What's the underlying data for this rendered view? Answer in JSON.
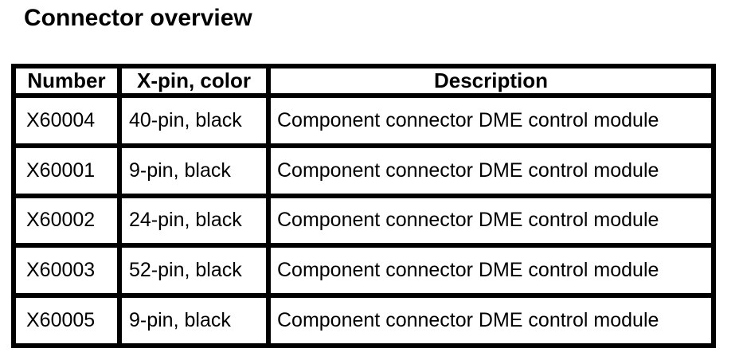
{
  "page": {
    "title": "Connector overview"
  },
  "table": {
    "headers": {
      "number": "Number",
      "pin_color": "X-pin, color",
      "description": "Description"
    },
    "rows": [
      {
        "number": "X60004",
        "pin_color": "40-pin, black",
        "description": "Component connector DME control module"
      },
      {
        "number": "X60001",
        "pin_color": "9-pin, black",
        "description": "Component connector DME control module"
      },
      {
        "number": "X60002",
        "pin_color": "24-pin, black",
        "description": "Component connector DME control module"
      },
      {
        "number": "X60003",
        "pin_color": "52-pin, black",
        "description": "Component connector DME control module"
      },
      {
        "number": "X60005",
        "pin_color": "9-pin, black",
        "description": "Component connector DME control module"
      }
    ]
  },
  "colors": {
    "background": "#ffffff",
    "text": "#000000",
    "table_border": "#000000"
  }
}
